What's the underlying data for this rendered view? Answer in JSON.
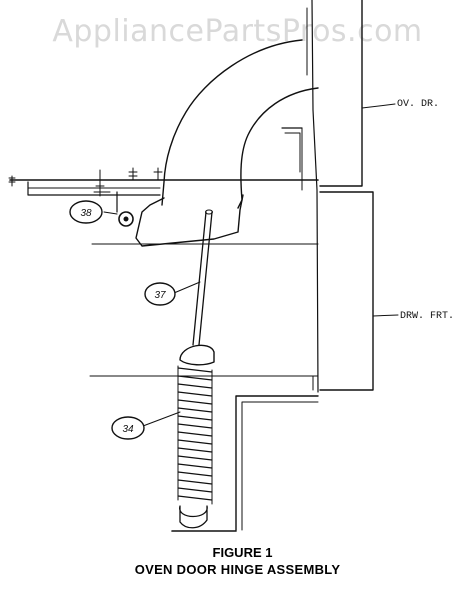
{
  "watermark": "AppliancePartsPros.com",
  "labels": {
    "oven_door": "OV. DR.",
    "drawer_front": "DRW. FRT."
  },
  "callouts": [
    {
      "id": "38",
      "text": "38"
    },
    {
      "id": "37",
      "text": "37"
    },
    {
      "id": "34",
      "text": "34"
    }
  ],
  "caption": {
    "line1": "FIGURE 1",
    "line2": "OVEN DOOR HINGE ASSEMBLY"
  }
}
